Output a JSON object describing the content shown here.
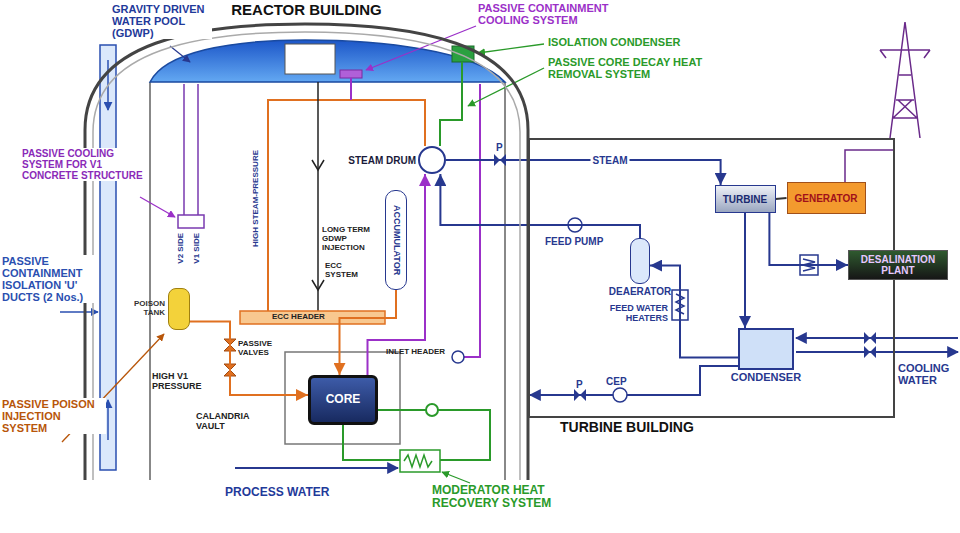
{
  "diagram": {
    "nodes": [
      {
        "text": [
          "REACTOR BUILDING"
        ]
      },
      {
        "text": [
          "TURBINE BUILDING"
        ]
      },
      {
        "text": [
          "TURBINE"
        ],
        "in": 1
      },
      {
        "text": [
          "GENERATOR"
        ],
        "in": 1
      },
      {
        "text": [
          "DESALINATION PLANT"
        ]
      },
      {
        "text": [
          "CONDENSER"
        ],
        "in": 1
      },
      {
        "text": [
          "DEAERATOR"
        ],
        "in": 1
      },
      {
        "text": [
          "STEAM DRUM"
        ],
        "in": 0
      },
      {
        "text": [
          "CORE"
        ],
        "in": 0
      },
      {
        "text": [
          "ACCUMULATOR"
        ],
        "in": 0
      },
      {
        "text": [
          "POISON TANK"
        ],
        "in": 0
      }
    ],
    "edges": [
      {
        "from": 7,
        "to": 2,
        "arrow": "to",
        "label": "STEAM"
      },
      {
        "from": 2,
        "to": 3,
        "arrow": "none"
      },
      {
        "from": 2,
        "to": 5,
        "arrow": "to"
      },
      {
        "from": 5,
        "to": 6,
        "arrow": "to"
      },
      {
        "from": 6,
        "to": 7,
        "arrow": "to"
      },
      {
        "from": 2,
        "to": 4,
        "arrow": "to"
      },
      {
        "from": 8,
        "to": 7,
        "arrow": "to"
      },
      {
        "from": 9,
        "to": 8,
        "arrow": "to"
      },
      {
        "from": 10,
        "to": 8,
        "arrow": "to"
      }
    ],
    "labels": [
      "GRAVITY DRIVEN WATER POOL (GDWP)",
      "PASSIVE CONTAINMENT COOLING SYSTEM",
      "ISOLATION CONDENSER",
      "PASSIVE CORE DECAY HEAT REMOVAL SYSTEM",
      "PASSIVE COOLING SYSTEM FOR V1 CONCRETE STRUCTURE",
      "V2 SIDE",
      "V1 SIDE",
      "PASSIVE CONTAINMENT ISOLATION 'U' DUCTS (2 Nos.)",
      "HIGH STEAM-PRESSURE",
      "LONG TERM GDWP INJECTION",
      "ECC SYSTEM",
      "ECC HEADER",
      "PASSIVE VALVES",
      "INLET HEADER",
      "HIGH V1 PRESSURE",
      "CALANDRIA VAULT",
      "PASSIVE POISON INJECTION SYSTEM",
      "PROCESS WATER",
      "MODERATOR HEAT RECOVERY SYSTEM",
      "P",
      "FEED PUMP",
      "FEED WATER HEATERS",
      "P",
      "CEP",
      "COOLING WATER"
    ]
  }
}
